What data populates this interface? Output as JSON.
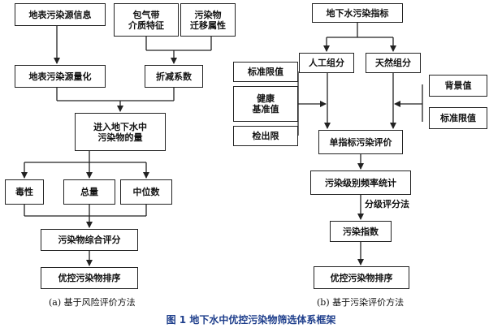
{
  "left": {
    "surface_info": "地表污染源信息",
    "envelope": "包气带\n介质特征",
    "migration": "污染物\n迁移属性",
    "quantify": "地表污染源量化",
    "attenuation": "折减系数",
    "entering": "进入地下水中\n污染物的量",
    "toxicity": "毒性",
    "total": "总量",
    "median": "中位数",
    "composite": "污染物综合评分",
    "ranking": "优控污染物排序",
    "caption": "(a) 基于风险评价方法"
  },
  "right": {
    "indicators": "地下水污染指标",
    "artificial": "人工组分",
    "natural": "天然组分",
    "std_limit_left": "标准限值",
    "health": "健康\n基准值",
    "detect_limit": "检出限",
    "background": "背景值",
    "std_limit_right": "标准限值",
    "single_eval": "单指标污染评价",
    "freq_stats": "污染级别频率统计",
    "grading": "分级评分法",
    "pollution_index": "污染指数",
    "ranking": "优控污染物排序",
    "caption": "(b) 基于污染评价方法"
  },
  "figure": {
    "label": "图 1",
    "title": "地下水中优控污染物筛选体系框架"
  }
}
